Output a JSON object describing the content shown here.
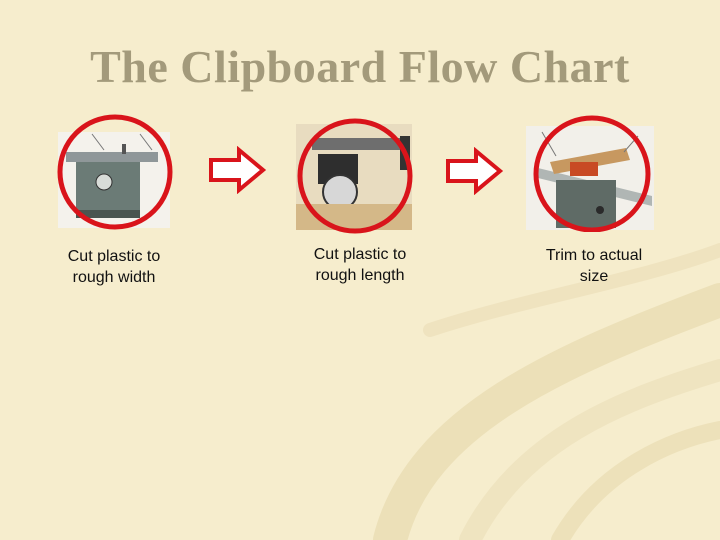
{
  "slide": {
    "title": "The Clipboard Flow Chart"
  },
  "steps": [
    {
      "label": "Cut plastic to\nrough width",
      "icon": "table-saw-icon"
    },
    {
      "label": "Cut plastic to\nrough length",
      "icon": "radial-arm-saw-icon"
    },
    {
      "label": "Trim to actual\nsize",
      "icon": "jointer-icon"
    }
  ],
  "colors": {
    "background": "#f6edcd",
    "title": "#a39a7b",
    "circle": "#d9141b",
    "arrow": "#d9141b"
  }
}
